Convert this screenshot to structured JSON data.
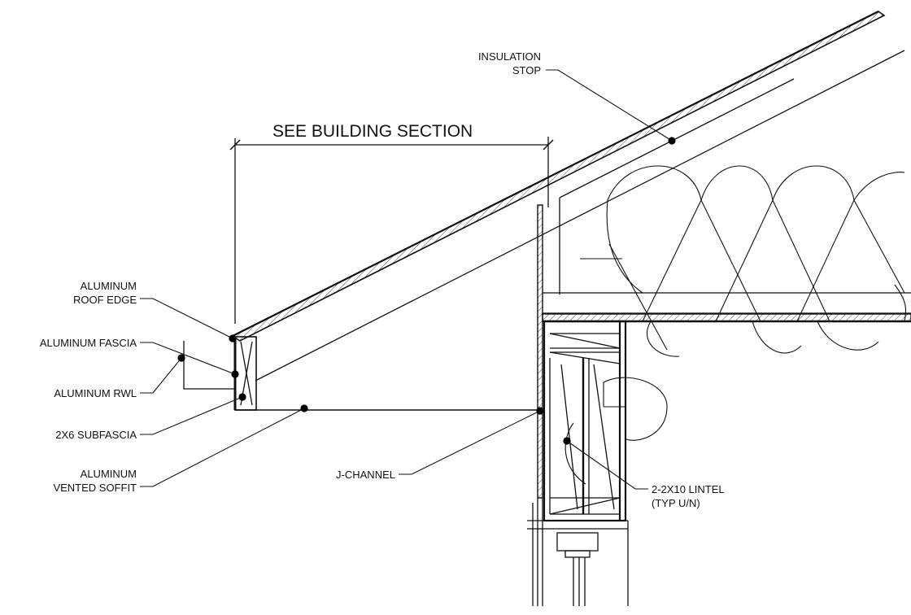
{
  "title": "SEE BUILDING SECTION",
  "labels": {
    "insulation_stop_1": "INSULATION",
    "insulation_stop_2": "STOP",
    "roof_edge_1": "ALUMINUM",
    "roof_edge_2": "ROOF EDGE",
    "fascia": "ALUMINUM FASCIA",
    "rwl": "ALUMINUM RWL",
    "subfascia": "2X6 SUBFASCIA",
    "soffit_1": "ALUMINUM",
    "soffit_2": "VENTED SOFFIT",
    "j_channel": "J-CHANNEL",
    "lintel_1": "2-2X10 LINTEL",
    "lintel_2": "(TYP U/N)"
  },
  "colors": {
    "ink": "#111111",
    "background": "#ffffff"
  }
}
